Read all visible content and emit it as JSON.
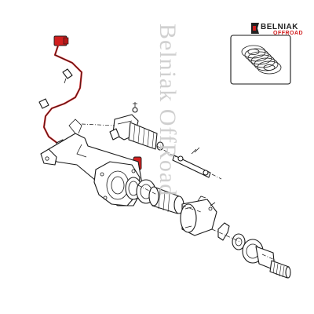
{
  "watermark": {
    "text": "Belniak OffRoad"
  },
  "logo": {
    "name": "BELNIAK",
    "sub": "OFFROAD",
    "accent_color": "#d11f1f"
  },
  "diagram": {
    "type": "exploded-parts-view",
    "callouts": [],
    "inset": {
      "icon": "coil-spring-stack-icon"
    },
    "colors": {
      "wiring": "#d11f1f",
      "line": "#1a1a1a",
      "watermark": "#c8c8c8"
    }
  }
}
